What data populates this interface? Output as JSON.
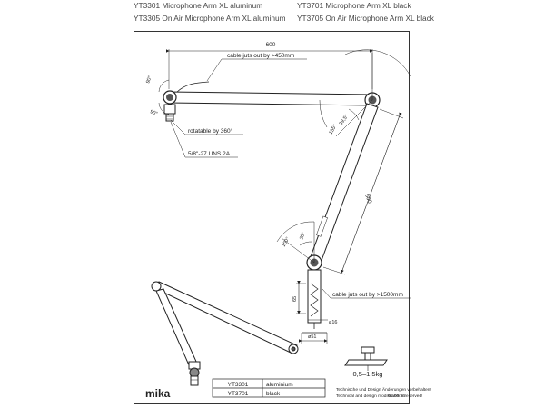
{
  "header": {
    "left_line1": "YT3301 Microphone Arm XL aluminum",
    "left_line2": "YT3305 On Air Microphone Arm XL aluminum",
    "right_line1": "YT3701 Microphone Arm XL black",
    "right_line2": "YT3705 On Air Microphone Arm XL black"
  },
  "drawing": {
    "dim_600": "600",
    "dim_500": "500",
    "cable_top": "cable juts out by >450mm",
    "cable_bottom": "cable juts out by >1500mm",
    "rotatable": "rotatable by 360°",
    "thread": "5/8\"-27 UNS 2A",
    "angle_90_a": "90°",
    "angle_90_b": "90°",
    "angle_39": "39,5°",
    "angle_155": "155°",
    "angle_100": "100°",
    "angle_20": "20°",
    "dim_65": "65",
    "dim_16": "ø16",
    "dim_51": "ø51",
    "weight": "0,5–1,5kg"
  },
  "footer": {
    "logo": "mika",
    "table": [
      {
        "code": "YT3301",
        "finish": "aluminium"
      },
      {
        "code": "YT3701",
        "finish": "black"
      }
    ],
    "note_de": "Technische und Design Änderungen vorbehalten!",
    "note_en": "Technical and design modifications reserved!",
    "date": "05.09.16"
  }
}
